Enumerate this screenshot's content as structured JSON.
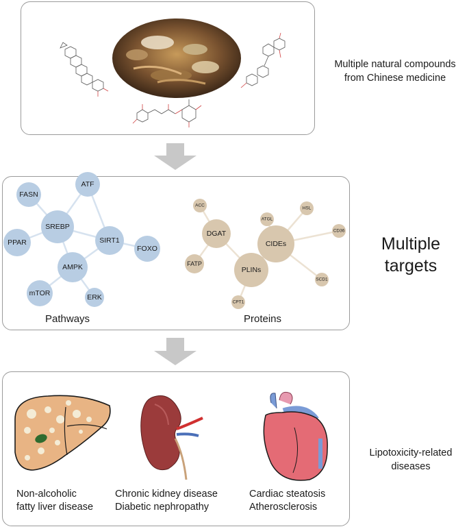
{
  "top": {
    "label_line1": "Multiple natural compounds",
    "label_line2": "from Chinese medicine"
  },
  "middle": {
    "label_line1": "Multiple",
    "label_line2": "targets",
    "pathways_caption": "Pathways",
    "proteins_caption": "Proteins",
    "pathway_nodes": [
      "FASN",
      "ATF",
      "SREBP",
      "SIRT1",
      "PPAR",
      "FOXO",
      "AMPK",
      "mTOR",
      "ERK"
    ],
    "protein_nodes": [
      "ACC",
      "HSL",
      "ATGL",
      "DGAT",
      "CIDEs",
      "CD36",
      "FATP",
      "PLINs",
      "SCD1",
      "CPT1"
    ],
    "pathway_color": "#b8cde3",
    "protein_color": "#d8c7ae"
  },
  "bottom": {
    "label_line1": "Lipotoxicity-related",
    "label_line2": "diseases",
    "nafld_line1": "Non-alcoholic",
    "nafld_line2": "fatty liver disease",
    "kidney_line1": "Chronic kidney disease",
    "kidney_line2": "Diabetic nephropathy",
    "heart_line1": "Cardiac steatosis",
    "heart_line2": "Atherosclerosis"
  }
}
